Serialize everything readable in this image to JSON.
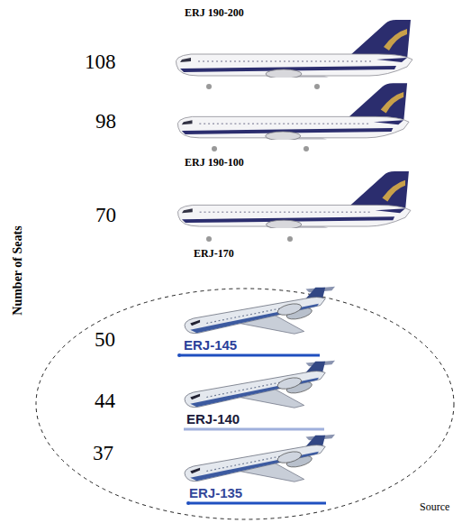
{
  "diagram": {
    "labels": [
      "ERJ 190-200",
      "108",
      "98",
      "ERJ 190-100",
      "70",
      "ERJ-170",
      "Number of Seats",
      "50",
      "ERJ-145",
      "44",
      "ERJ-140",
      "37",
      "ERJ-135",
      "Source"
    ]
  }
}
